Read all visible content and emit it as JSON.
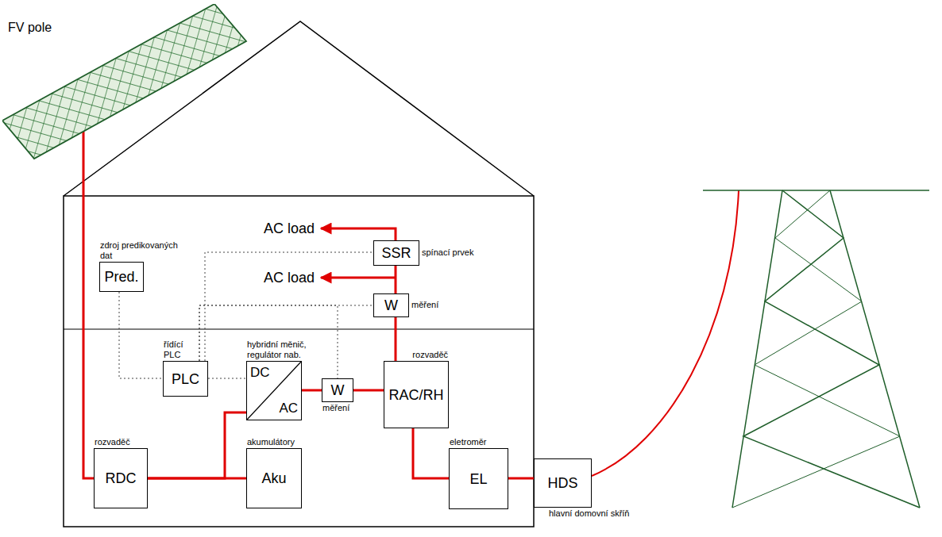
{
  "diagram": {
    "nodes": [
      {
        "text": [
          "FV pole"
        ]
      },
      {
        "text": [
          "zdroj predikovaných dat",
          "Pred."
        ]
      },
      {
        "text": [
          "SSR",
          "spínací prvek"
        ]
      },
      {
        "text": [
          "W",
          "měření"
        ]
      },
      {
        "text": [
          "řídící PLC",
          "PLC"
        ]
      },
      {
        "text": [
          "hybridní měnič, regulátor nab.",
          "DC",
          "AC"
        ]
      },
      {
        "text": [
          "W",
          "měření"
        ]
      },
      {
        "text": [
          "rozvaděč",
          "RAC/RH"
        ]
      },
      {
        "text": [
          "rozvaděč",
          "RDC"
        ]
      },
      {
        "text": [
          "akumulátory",
          "Aku"
        ]
      },
      {
        "text": [
          "eletroměr",
          "EL"
        ]
      },
      {
        "text": [
          "HDS",
          "hlavní domovní skříň"
        ]
      }
    ],
    "edges": [
      {
        "from": 0,
        "to": 8,
        "arrow": "none"
      },
      {
        "from": 8,
        "to": 5,
        "arrow": "none"
      },
      {
        "from": 8,
        "to": 9,
        "arrow": "none"
      },
      {
        "from": 5,
        "to": 6,
        "arrow": "none"
      },
      {
        "from": 6,
        "to": 7,
        "arrow": "none"
      },
      {
        "from": 7,
        "to": 3,
        "arrow": "none"
      },
      {
        "from": 3,
        "to": 2,
        "arrow": "none"
      },
      {
        "from": 7,
        "to": 10,
        "arrow": "none"
      },
      {
        "from": 10,
        "to": 11,
        "arrow": "none"
      },
      {
        "from": 1,
        "to": 4,
        "arrow": "none"
      },
      {
        "from": 4,
        "to": 5,
        "arrow": "none"
      },
      {
        "from": 4,
        "to": 2,
        "arrow": "none"
      },
      {
        "from": 4,
        "to": 3,
        "arrow": "none"
      },
      {
        "from": 4,
        "to": 6,
        "arrow": "none"
      }
    ],
    "labels": [
      "AC load",
      "AC load"
    ]
  }
}
